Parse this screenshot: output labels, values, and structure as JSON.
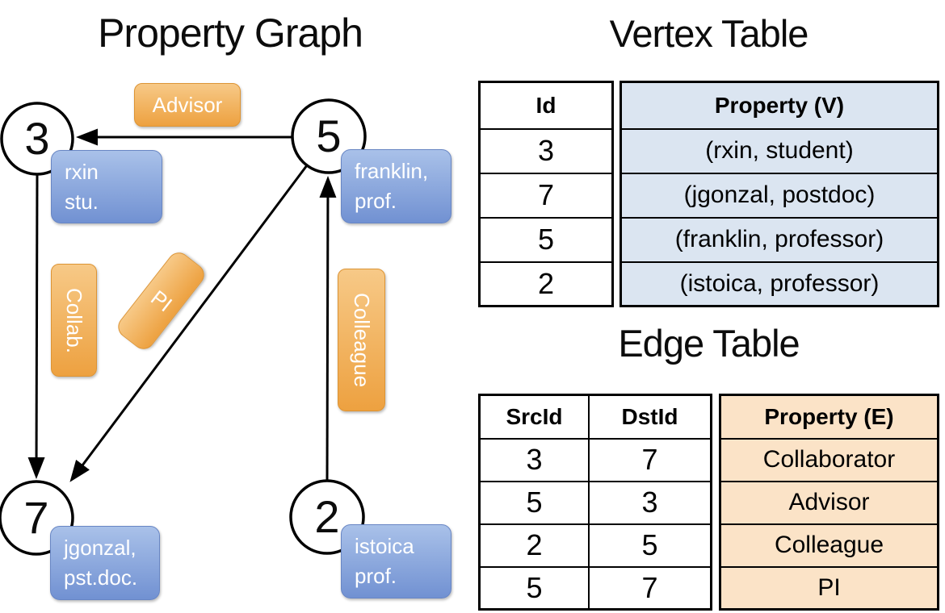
{
  "diagram": {
    "title": "Property Graph",
    "vertices": [
      {
        "id": "3",
        "line1": "rxin",
        "line2": "stu."
      },
      {
        "id": "5",
        "line1": "franklin,",
        "line2": "prof."
      },
      {
        "id": "7",
        "line1": "jgonzal,",
        "line2": "pst.doc."
      },
      {
        "id": "2",
        "line1": "istoica",
        "line2": "prof."
      }
    ],
    "edge_labels": {
      "advisor": "Advisor",
      "collab": "Collab.",
      "pi": "PI",
      "colleague": "Colleague"
    }
  },
  "vertex_table": {
    "title": "Vertex Table",
    "headers": {
      "id": "Id",
      "property": "Property (V)"
    },
    "rows": [
      {
        "id": "3",
        "property": "(rxin, student)"
      },
      {
        "id": "7",
        "property": "(jgonzal, postdoc)"
      },
      {
        "id": "5",
        "property": "(franklin, professor)"
      },
      {
        "id": "2",
        "property": "(istoica, professor)"
      }
    ]
  },
  "edge_table": {
    "title": "Edge Table",
    "headers": {
      "src": "SrcId",
      "dst": "DstId",
      "property": "Property (E)"
    },
    "rows": [
      {
        "src": "3",
        "dst": "7",
        "property": "Collaborator"
      },
      {
        "src": "5",
        "dst": "3",
        "property": "Advisor"
      },
      {
        "src": "2",
        "dst": "5",
        "property": "Colleague"
      },
      {
        "src": "5",
        "dst": "7",
        "property": "PI"
      }
    ]
  },
  "colors": {
    "vertex_box_top": "#a9c1e9",
    "vertex_box_bottom": "#7191d2",
    "edge_label_top": "#f7c987",
    "edge_label_bottom": "#eda140",
    "vertex_property_bg": "#dbe5f1",
    "edge_property_bg": "#fbe3c7",
    "line_color": "#000000"
  }
}
